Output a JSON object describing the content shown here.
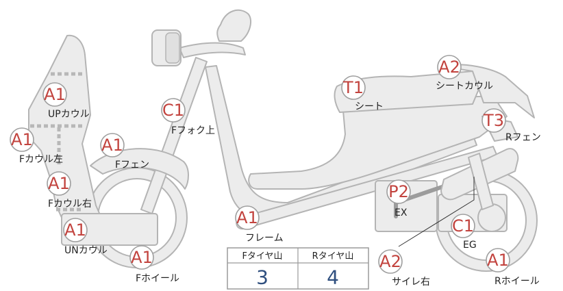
{
  "parts": [
    {
      "id": "up-cowl",
      "grade": "A1",
      "label": "UPカウル"
    },
    {
      "id": "f-cowl-left",
      "grade": "A1",
      "label": "Fカウル左"
    },
    {
      "id": "f-cowl-right",
      "grade": "A1",
      "label": "Fカウル右"
    },
    {
      "id": "un-cowl",
      "grade": "A1",
      "label": "UNカウル"
    },
    {
      "id": "f-wheel",
      "grade": "A1",
      "label": "Fホイール"
    },
    {
      "id": "f-fender",
      "grade": "A1",
      "label": "Fフェン"
    },
    {
      "id": "f-fork-upper",
      "grade": "C1",
      "label": "Fフォク上"
    },
    {
      "id": "frame",
      "grade": "A1",
      "label": "フレーム"
    },
    {
      "id": "seat",
      "grade": "T1",
      "label": "シート"
    },
    {
      "id": "seat-cowl",
      "grade": "A2",
      "label": "シートカウル"
    },
    {
      "id": "r-fender",
      "grade": "T3",
      "label": "Rフェン"
    },
    {
      "id": "exhaust",
      "grade": "P2",
      "label": "EX"
    },
    {
      "id": "engine",
      "grade": "C1",
      "label": "EG"
    },
    {
      "id": "r-wheel",
      "grade": "A1",
      "label": "Rホイール"
    },
    {
      "id": "muffler-right",
      "grade": "A2",
      "label": "サイレ右"
    }
  ],
  "tire_table": {
    "front_header": "Fタイヤ山",
    "rear_header": "Rタイヤ山",
    "front_value": "3",
    "rear_value": "4"
  }
}
